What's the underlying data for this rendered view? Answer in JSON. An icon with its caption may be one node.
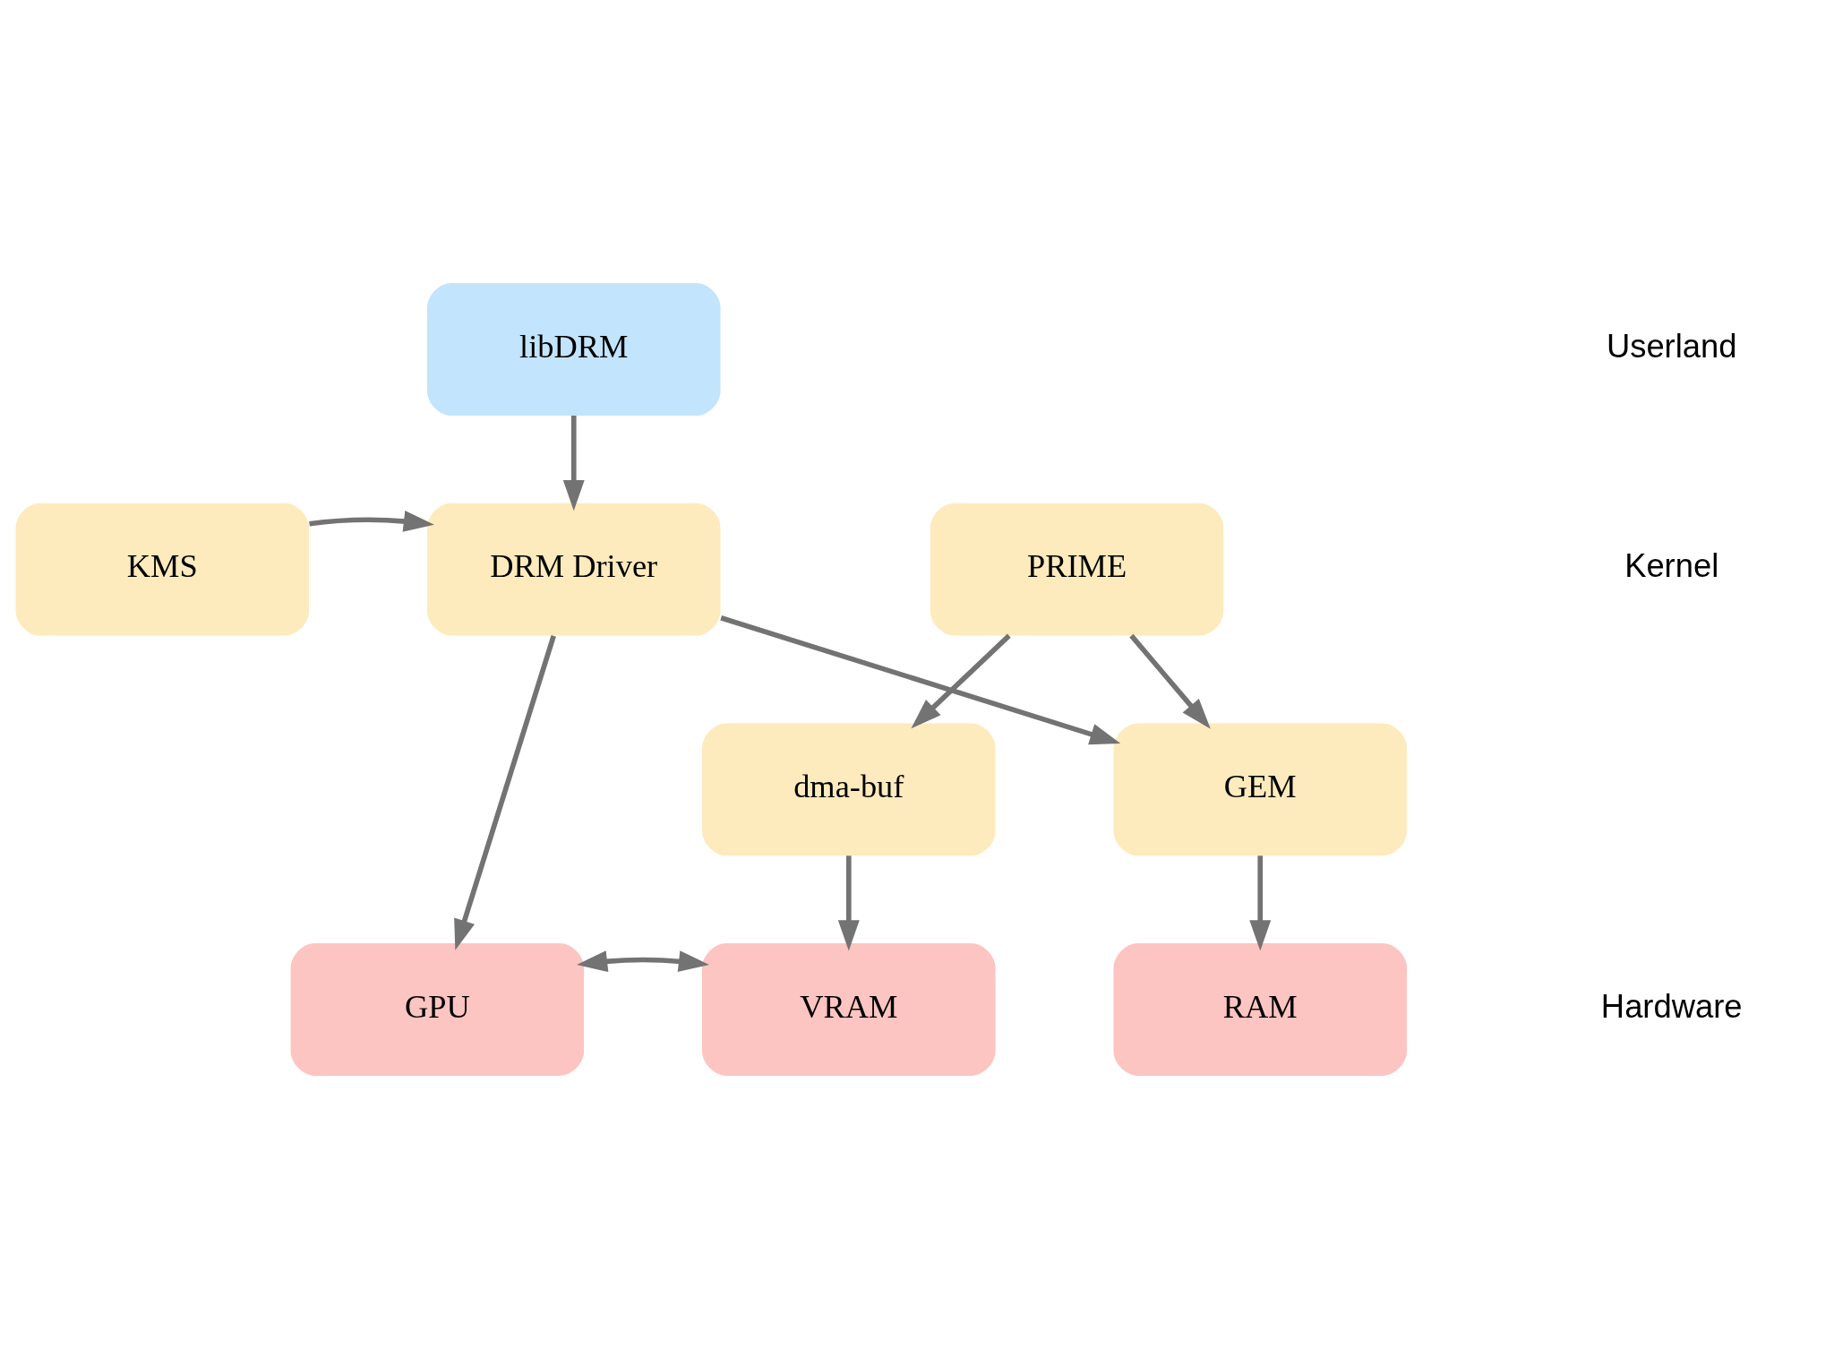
{
  "diagram": {
    "nodes": [
      {
        "text": [
          "libDRM"
        ]
      },
      {
        "text": [
          "KMS"
        ]
      },
      {
        "text": [
          "DRM Driver"
        ]
      },
      {
        "text": [
          "PRIME"
        ]
      },
      {
        "text": [
          "dma-buf"
        ]
      },
      {
        "text": [
          "GEM"
        ]
      },
      {
        "text": [
          "GPU"
        ]
      },
      {
        "text": [
          "VRAM"
        ]
      },
      {
        "text": [
          "RAM"
        ]
      }
    ],
    "edges": [
      {
        "from": 0,
        "to": 2,
        "arrow": "to"
      },
      {
        "from": 1,
        "to": 2,
        "arrow": "to"
      },
      {
        "from": 2,
        "to": 5,
        "arrow": "to"
      },
      {
        "from": 3,
        "to": 4,
        "arrow": "to"
      },
      {
        "from": 3,
        "to": 5,
        "arrow": "to"
      },
      {
        "from": 2,
        "to": 6,
        "arrow": "to"
      },
      {
        "from": 4,
        "to": 7,
        "arrow": "to"
      },
      {
        "from": 5,
        "to": 8,
        "arrow": "to"
      },
      {
        "from": 6,
        "to": 7,
        "arrow": "both"
      }
    ],
    "labels": [
      "Userland",
      "Kernel",
      "Hardware"
    ]
  }
}
